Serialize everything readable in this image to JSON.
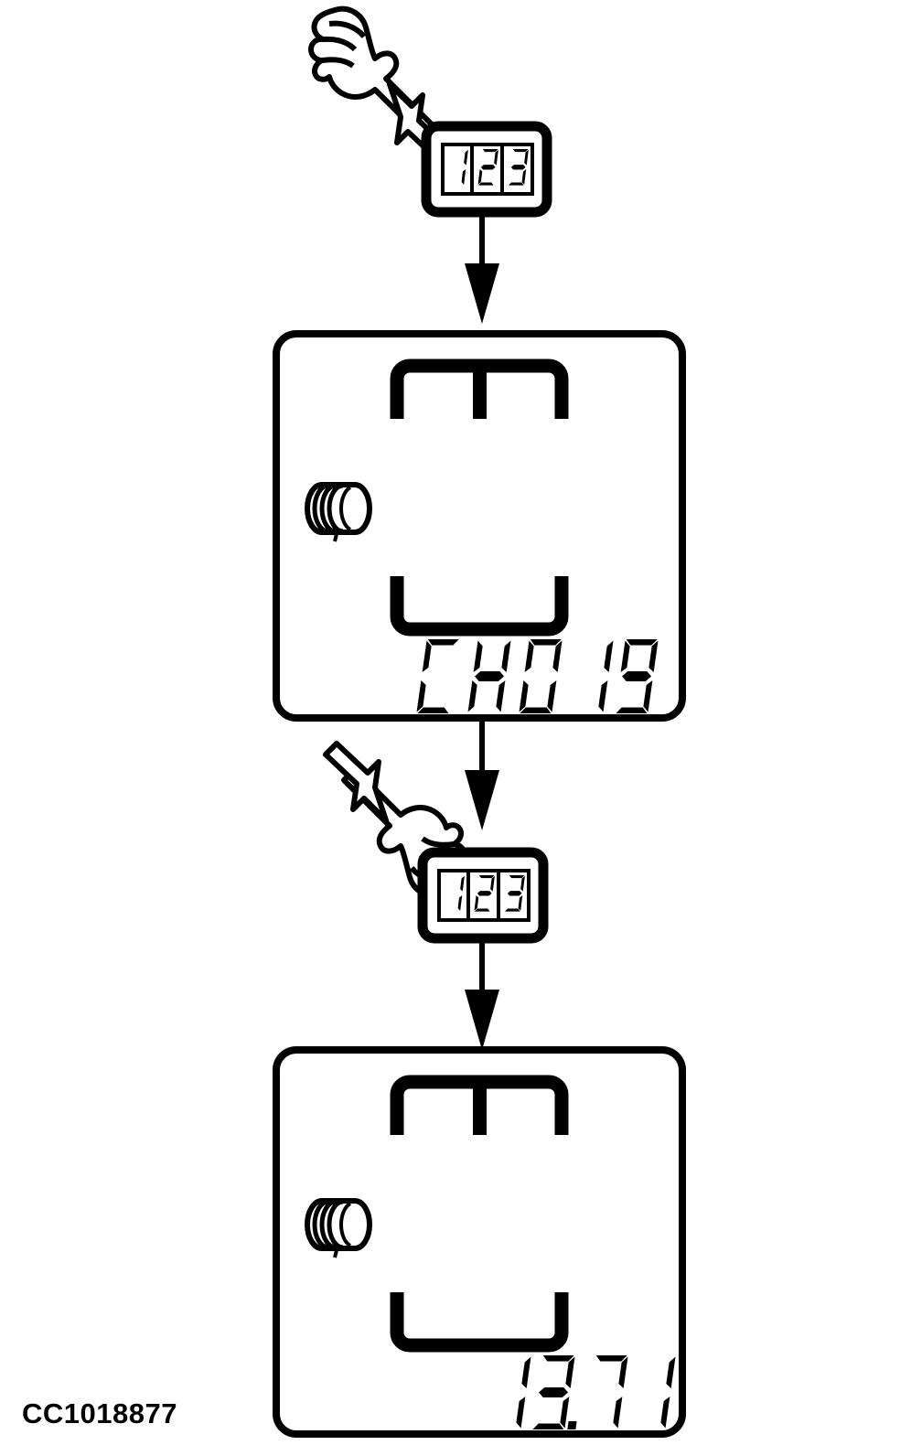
{
  "figure": {
    "reference_code": "CC1018877",
    "ink_color": "#000000",
    "background_color": "#ffffff",
    "steps": 2
  },
  "step1": {
    "hand": {
      "name": "hand-pointing-down-right",
      "direction": "down-right",
      "action": "press"
    },
    "button": {
      "name": "123-button",
      "label": "123",
      "digits": [
        "1",
        "2",
        "3"
      ]
    },
    "arrow": {
      "name": "flow-arrow-down",
      "direction": "down"
    },
    "panel": {
      "name": "instrument-display-panel-1",
      "readout": "CH019",
      "readout_chars": [
        "C",
        "H",
        "0",
        "1",
        "9"
      ],
      "icons": {
        "top_bracket": "top-bracket-indicator",
        "coil": "coil-cylinder-icon",
        "bottom_bracket": "bottom-bracket-indicator"
      }
    }
  },
  "step2": {
    "hand": {
      "name": "hand-pointing-up-left",
      "direction": "up-left",
      "action": "release"
    },
    "button": {
      "name": "123-button",
      "label": "123",
      "digits": [
        "1",
        "2",
        "3"
      ]
    },
    "arrow": {
      "name": "flow-arrow-down",
      "direction": "down"
    },
    "panel": {
      "name": "instrument-display-panel-2",
      "readout": "13.71",
      "readout_chars": [
        "1",
        "3",
        ".",
        "7",
        "1"
      ],
      "icons": {
        "top_bracket": "top-bracket-indicator",
        "coil": "coil-cylinder-icon",
        "bottom_bracket": "bottom-bracket-indicator"
      }
    }
  }
}
